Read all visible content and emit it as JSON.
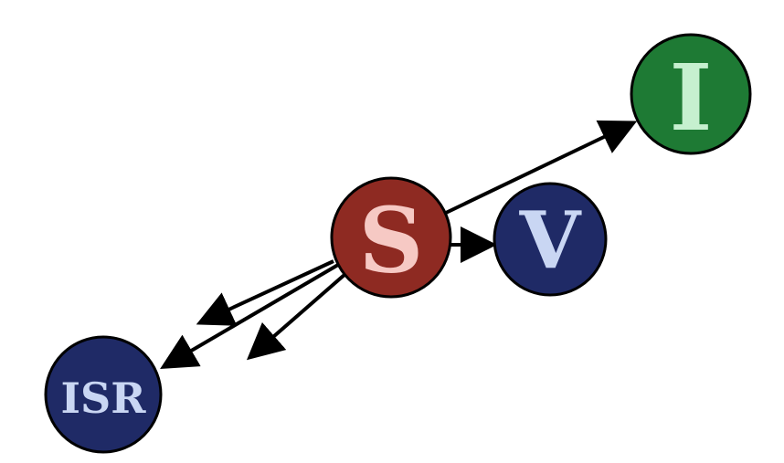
{
  "diagram": {
    "nodes": {
      "s": {
        "label": "S",
        "fill": "#8e2a22",
        "text_color": "#f6c9c4"
      },
      "v": {
        "label": "V",
        "fill": "#1f2a66",
        "text_color": "#c9d6f3"
      },
      "i": {
        "label": "I",
        "fill": "#1e7a34",
        "text_color": "#c6f0cf"
      },
      "isr": {
        "label": "ISR",
        "fill": "#1f2a66",
        "text_color": "#c9d6f3"
      }
    },
    "edges": [
      {
        "from": "S",
        "to": "I"
      },
      {
        "from": "S",
        "to": "V"
      },
      {
        "from": "S",
        "to": "ISR"
      },
      {
        "from": "S",
        "to": ""
      },
      {
        "from": "S",
        "to": ""
      }
    ],
    "colors": {
      "stroke": "#000000",
      "background": "#ffffff"
    }
  }
}
